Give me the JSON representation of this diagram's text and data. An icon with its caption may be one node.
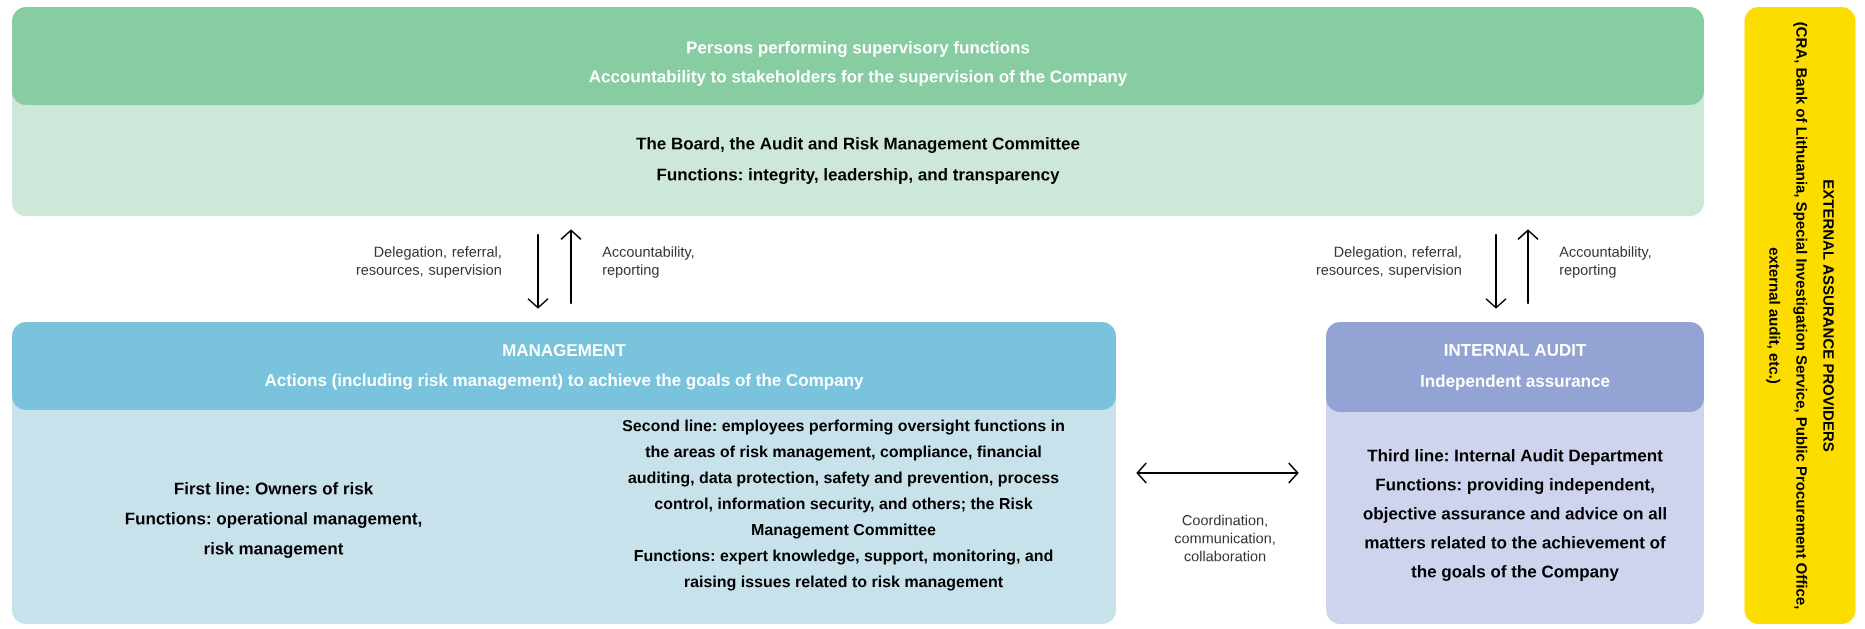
{
  "diagram": {
    "nodes": [
      {
        "text": [
          "Persons performing supervisory functions",
          "Accountability to stakeholders for the supervision of the Company"
        ]
      },
      {
        "text": [
          "The Board, the Audit and Risk Management Committee",
          "Functions: integrity, leadership, and transparency"
        ],
        "in": 0
      },
      {
        "text": [
          "MANAGEMENT",
          "Actions (including risk management) to achieve the goals of the Company"
        ]
      },
      {
        "text": [
          "First line: Owners of risk",
          "Functions: operational management, risk management"
        ],
        "in": 2
      },
      {
        "text": [
          "Second line: employees performing oversight functions in the areas of risk management, compliance, financial auditing, data protection, safety and prevention, process control, information security, and others; the Risk Management Committee",
          "Functions: expert knowledge, support, monitoring, and raising issues related to risk management"
        ],
        "in": 2
      },
      {
        "text": [
          "INTERNAL AUDIT",
          "Independent assurance"
        ]
      },
      {
        "text": [
          "Third line: Internal Audit Department",
          "Functions: providing independent, objective assurance and advice on all matters related to the achievement of the goals of the Company"
        ],
        "in": 5
      },
      {
        "text": [
          "EXTERNAL ASSURANCE PROVIDERS",
          "(CRA, Bank of Lithuania, Special Investigation Service, Public Procurement Office, external audit, etc.)"
        ]
      }
    ],
    "edges": [
      {
        "from": 1,
        "to": 2,
        "arrow": "to",
        "label": "Delegation, referral, resources, supervision"
      },
      {
        "from": 2,
        "to": 1,
        "arrow": "to",
        "label": "Accountability, reporting"
      },
      {
        "from": 1,
        "to": 5,
        "arrow": "to",
        "label": "Delegation, referral, resources, supervision"
      },
      {
        "from": 5,
        "to": 1,
        "arrow": "to",
        "label": "Accountability, reporting"
      },
      {
        "from": 4,
        "to": 6,
        "arrow": "both",
        "label": "Coordination, communication, collaboration"
      }
    ]
  }
}
